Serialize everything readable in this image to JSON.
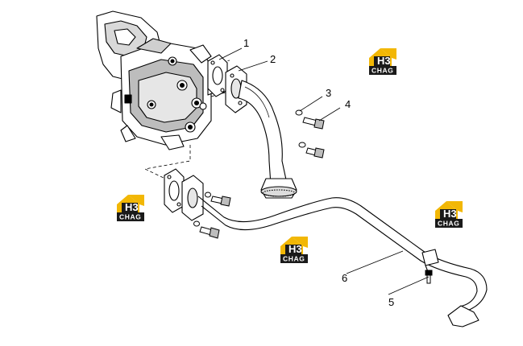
{
  "diagram": {
    "callouts": [
      {
        "id": "1",
        "label": "1"
      },
      {
        "id": "2",
        "label": "2"
      },
      {
        "id": "3",
        "label": "3"
      },
      {
        "id": "4",
        "label": "4"
      },
      {
        "id": "5",
        "label": "5"
      },
      {
        "id": "6",
        "label": "6"
      }
    ],
    "watermark": {
      "word": "CHAG",
      "monogram": "H3",
      "accent": "#f2b705",
      "dark": "#1a1a1a"
    },
    "line_color": "#000000"
  }
}
